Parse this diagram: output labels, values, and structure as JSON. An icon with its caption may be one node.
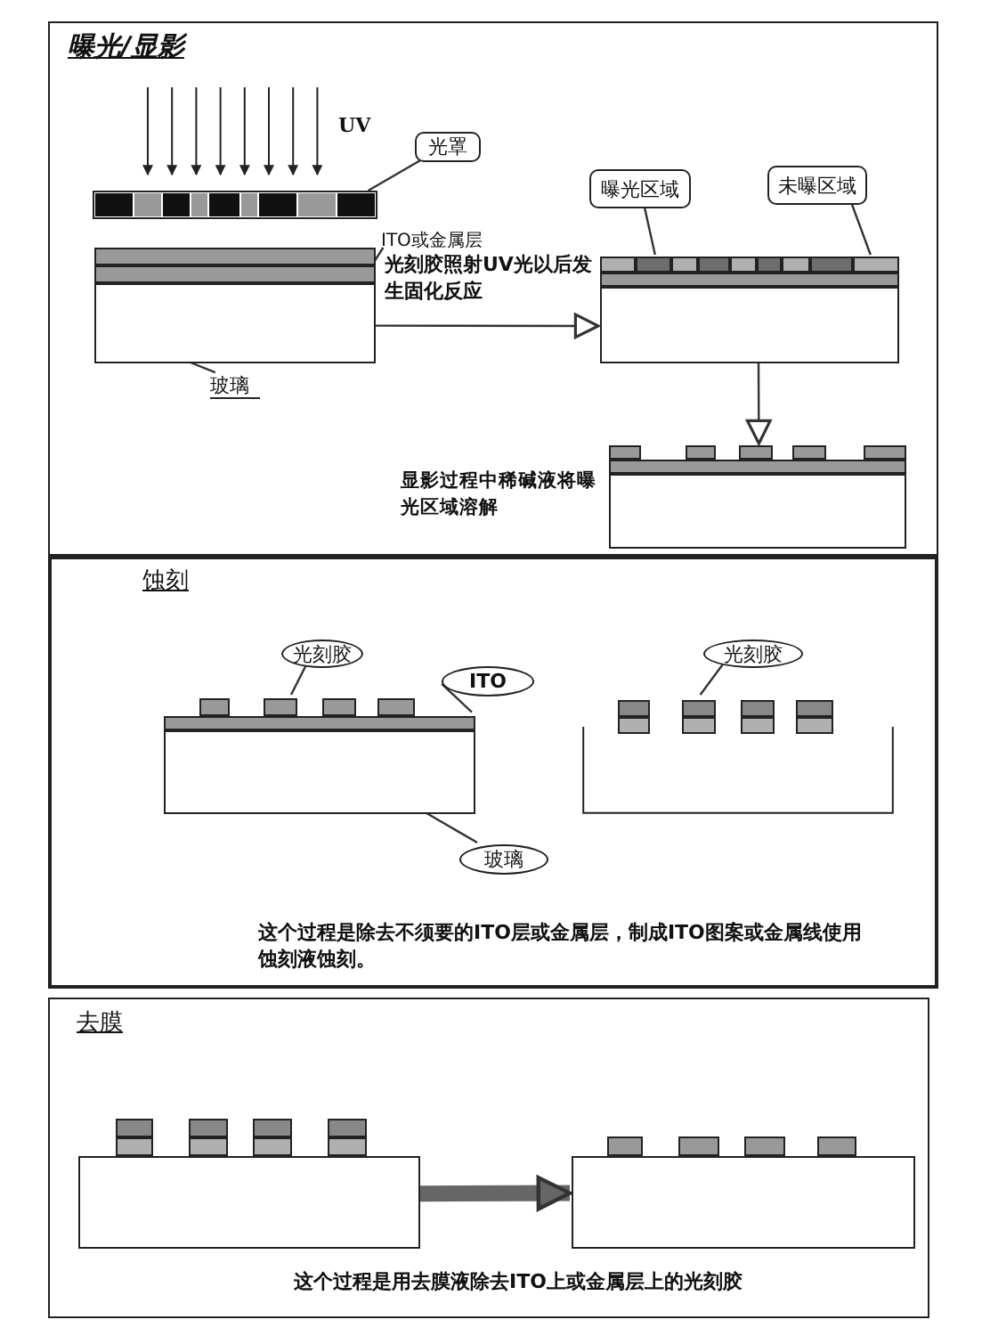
{
  "diagram": {
    "nodes": [
      {
        "text": [
          "曝光/显影"
        ]
      },
      {
        "text": [
          "光罩"
        ],
        "in": 0
      },
      {
        "text": [],
        "shape": "bar",
        "in": 0
      },
      {
        "text": [
          "ITO或金属层"
        ],
        "in": 0
      },
      {
        "text": [],
        "shape": "box",
        "in": 0
      },
      {
        "text": [
          "玻璃"
        ],
        "in": 0
      },
      {
        "text": [],
        "shape": "box",
        "in": 0
      },
      {
        "text": [
          "曝光区域"
        ],
        "in": 0
      },
      {
        "text": [
          "未曝区域"
        ],
        "in": 0
      },
      {
        "text": [],
        "shape": "box",
        "in": 0,
        "beside": [
          "显影过程中稀碱液将曝光区域溶解"
        ]
      },
      {
        "text": [
          "蚀刻",
          "这个过程是除去不须要的ITO层或金属层，制成ITO图案或金属线使用蚀刻液蚀刻。"
        ]
      },
      {
        "text": [
          "光刻胶"
        ],
        "in": 10
      },
      {
        "text": [
          "ITO"
        ],
        "in": 10
      },
      {
        "text": [],
        "shape": "box",
        "in": 10
      },
      {
        "text": [
          "玻璃"
        ],
        "in": 10
      },
      {
        "text": [
          "光刻胶"
        ],
        "in": 10
      },
      {
        "text": [],
        "shape": "box",
        "in": 10
      },
      {
        "text": [
          "去膜",
          "这个过程是用去膜液除去ITO上或金属层上的光刻胶"
        ]
      },
      {
        "text": [],
        "shape": "box",
        "in": 17
      },
      {
        "text": [],
        "shape": "box",
        "in": 17
      }
    ],
    "edges": [
      {
        "from": 1,
        "to": 2,
        "arrow": "none"
      },
      {
        "from": 3,
        "to": 4,
        "arrow": "none"
      },
      {
        "from": 5,
        "to": 4,
        "arrow": "none"
      },
      {
        "from": 4,
        "to": 6,
        "arrow": "to",
        "label": "光刻胶照射UV光以后发生固化反应"
      },
      {
        "from": 7,
        "to": 6,
        "arrow": "none"
      },
      {
        "from": 8,
        "to": 6,
        "arrow": "none"
      },
      {
        "from": 6,
        "to": 9,
        "arrow": "to"
      },
      {
        "from": 11,
        "to": 13,
        "arrow": "none"
      },
      {
        "from": 12,
        "to": 13,
        "arrow": "none"
      },
      {
        "from": 14,
        "to": 13,
        "arrow": "none"
      },
      {
        "from": 15,
        "to": 16,
        "arrow": "none"
      },
      {
        "from": 18,
        "to": 19,
        "arrow": "to",
        "style": "thick"
      }
    ],
    "labels": [
      "UV"
    ]
  }
}
